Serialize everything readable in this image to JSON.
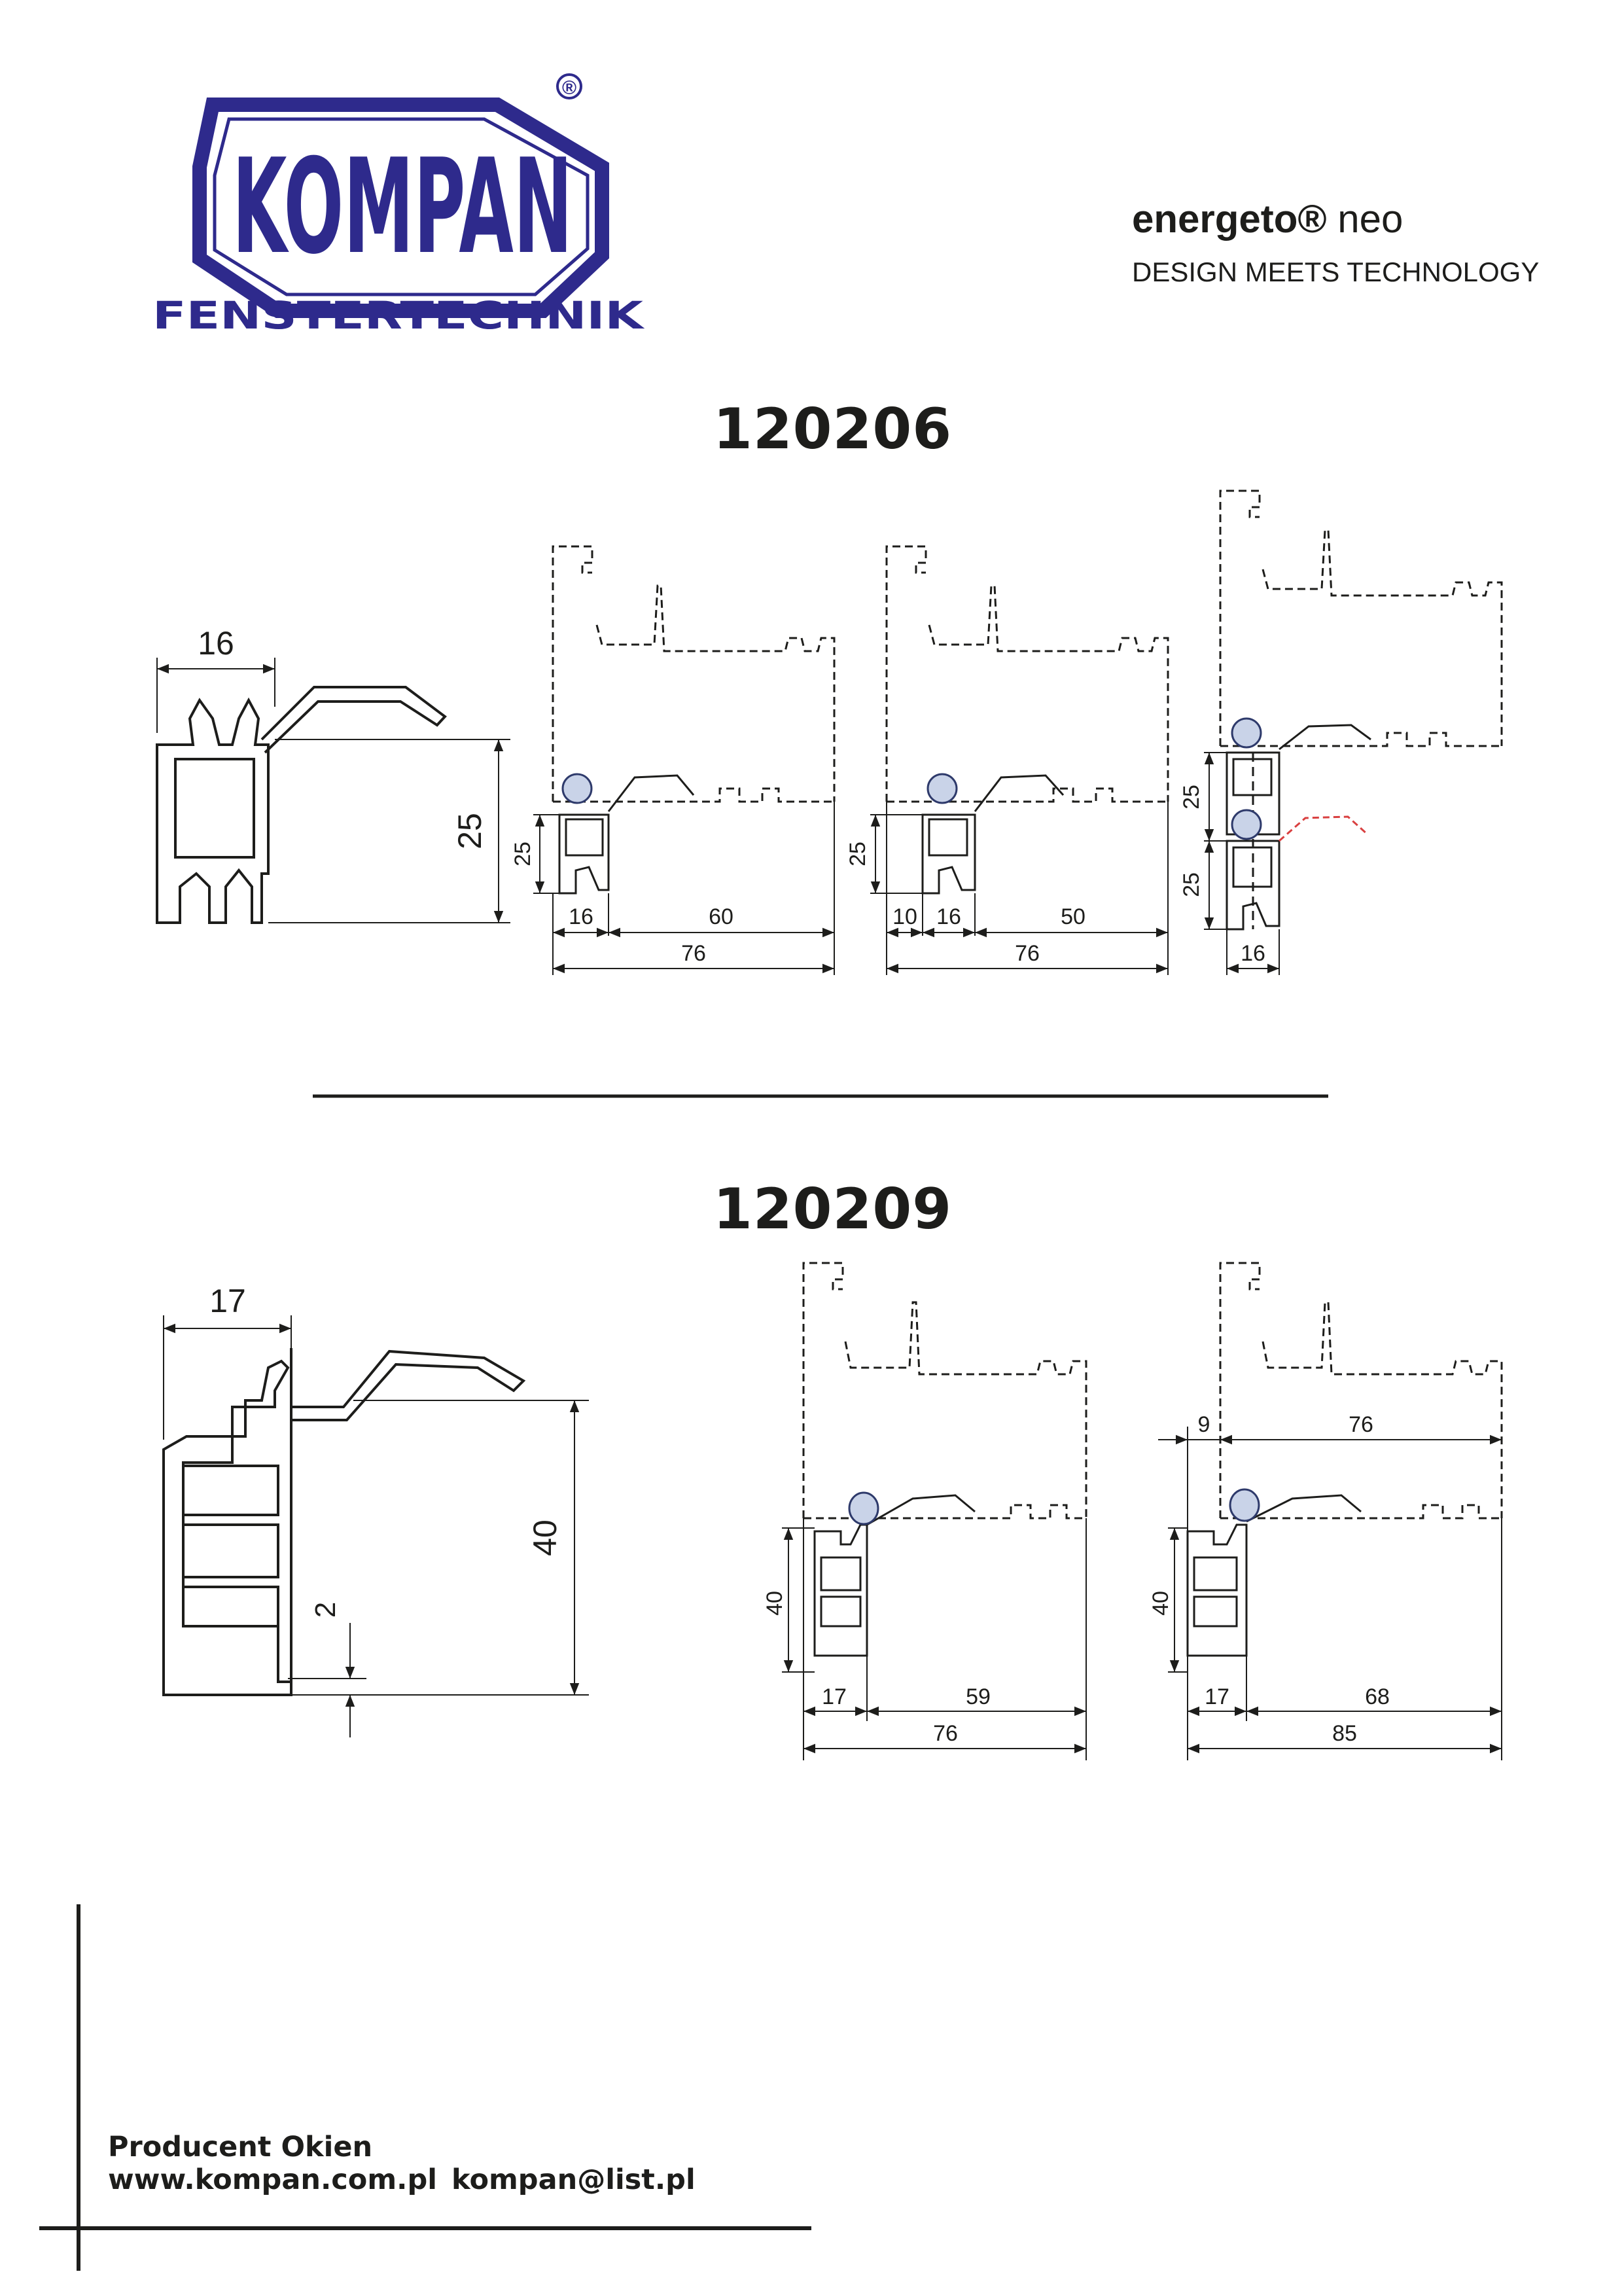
{
  "logo": {
    "wordmark": "KOMPAN",
    "registered": "®",
    "subtitle": "FENSTERTECHNIK",
    "color": "#2e2a8c"
  },
  "brand": {
    "name": "energeto",
    "registered": "®",
    "variant": "neo",
    "tagline": "DESIGN MEETS TECHNOLOGY"
  },
  "section1": {
    "code": "120206",
    "profile": {
      "width": "16",
      "height": "25"
    },
    "assembly_a": {
      "h": "25",
      "d1": "16",
      "d2": "60",
      "total": "76"
    },
    "assembly_b": {
      "h": "25",
      "d0": "10",
      "d1": "16",
      "d2": "50",
      "total": "76"
    },
    "assembly_c": {
      "h1": "25",
      "h2": "25",
      "w": "16"
    }
  },
  "section2": {
    "code": "120209",
    "profile": {
      "width": "17",
      "height": "40",
      "gap": "2"
    },
    "assembly_a": {
      "h": "40",
      "d1": "17",
      "d2": "59",
      "total": "76"
    },
    "assembly_b": {
      "h": "40",
      "top_offset": "9",
      "top_width": "76",
      "d1": "17",
      "d2": "68",
      "total": "85"
    }
  },
  "footer": {
    "line1": "Producent Okien",
    "website": "www.kompan.com.pl",
    "email": "kompan@list.pl"
  }
}
